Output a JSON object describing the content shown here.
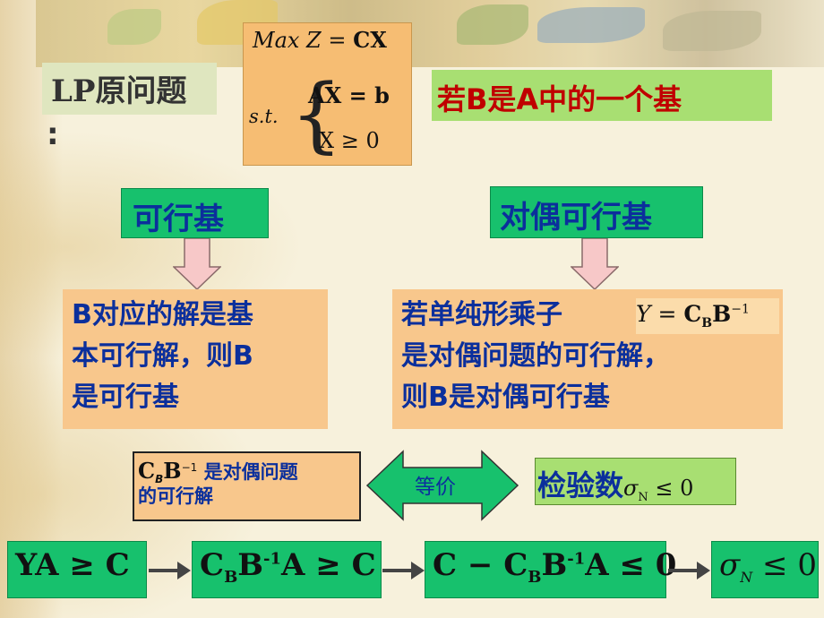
{
  "lp_title": "LP原问题",
  "lp_colon": ":",
  "model": {
    "objective_prefix": "Max Z = ",
    "objective_rhs": "CX",
    "st": "s.t.",
    "constraint1": "AX = b",
    "constraint2": "X ≥ 0"
  },
  "header_b": "若B是A中的一个基",
  "feasible_basis": "可行基",
  "dual_feasible_basis": "对偶可行基",
  "left_desc_lines": [
    "B对应的解是基",
    "本可行解，则B",
    "是可行基"
  ],
  "right_desc_lines": [
    "若单纯形乘子",
    "是对偶问题的可行解，",
    "则B是对偶可行基"
  ],
  "multiplier_formula": {
    "y": "Y",
    "eq": " = ",
    "c": "C",
    "sub": "B",
    "b": "B",
    "sup": "−1"
  },
  "dual_box": {
    "c": "C",
    "sub": "B",
    "b": "B",
    "sup": "−1",
    "text1": " 是对偶问题",
    "text2": "的可行解"
  },
  "equivalent": "等价",
  "check_number": "检验数",
  "check_formula": {
    "sigma": "σ",
    "sub": "N",
    "rel": " ≤ 0"
  },
  "bottom": {
    "f1": "YA ≥ C",
    "f2_c": "C",
    "f2_sub": "B",
    "f2_b": "B",
    "f2_sup": "-1",
    "f2_rest": "A ≥ C",
    "f3_pre": "C − C",
    "f3_sub": "B",
    "f3_b": "B",
    "f3_sup": "-1",
    "f3_rest": "A ≤ 0",
    "f4_sigma": "σ",
    "f4_sub": "N",
    "f4_rest": " ≤ 0"
  },
  "colors": {
    "green": "#17c16d",
    "light_green": "#a8df72",
    "peach": "#f8c78c",
    "orange": "#f6bd73",
    "blue_text": "#0b2f9c",
    "red_text": "#c00000",
    "arrow_fill": "#f7c8c8"
  }
}
